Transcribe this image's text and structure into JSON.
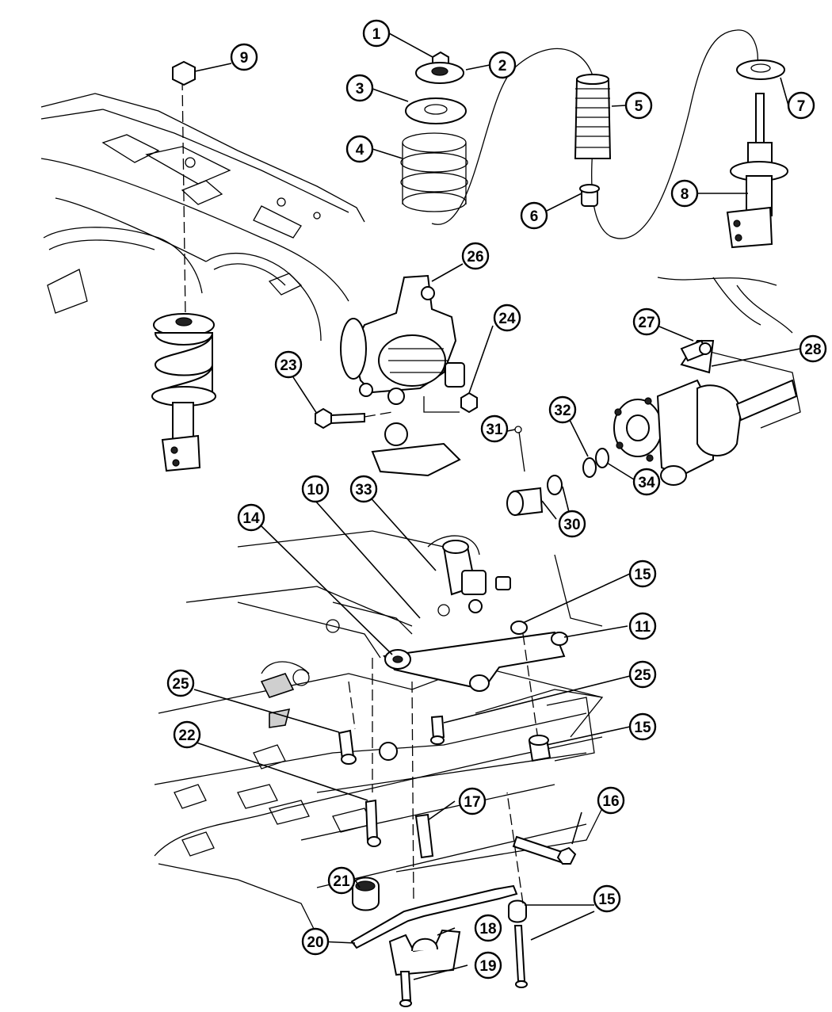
{
  "callouts": [
    {
      "label": "1"
    },
    {
      "label": "2"
    },
    {
      "label": "3"
    },
    {
      "label": "4"
    },
    {
      "label": "5"
    },
    {
      "label": "6"
    },
    {
      "label": "7"
    },
    {
      "label": "8"
    },
    {
      "label": "9"
    },
    {
      "label": "10"
    },
    {
      "label": "11"
    },
    {
      "label": "14"
    },
    {
      "label": "15"
    },
    {
      "label": "15"
    },
    {
      "label": "15"
    },
    {
      "label": "16"
    },
    {
      "label": "17"
    },
    {
      "label": "18"
    },
    {
      "label": "19"
    },
    {
      "label": "20"
    },
    {
      "label": "21"
    },
    {
      "label": "22"
    },
    {
      "label": "23"
    },
    {
      "label": "24"
    },
    {
      "label": "25"
    },
    {
      "label": "25"
    },
    {
      "label": "26"
    },
    {
      "label": "27"
    },
    {
      "label": "28"
    },
    {
      "label": "30"
    },
    {
      "label": "31"
    },
    {
      "label": "32"
    },
    {
      "label": "33"
    },
    {
      "label": "34"
    }
  ]
}
